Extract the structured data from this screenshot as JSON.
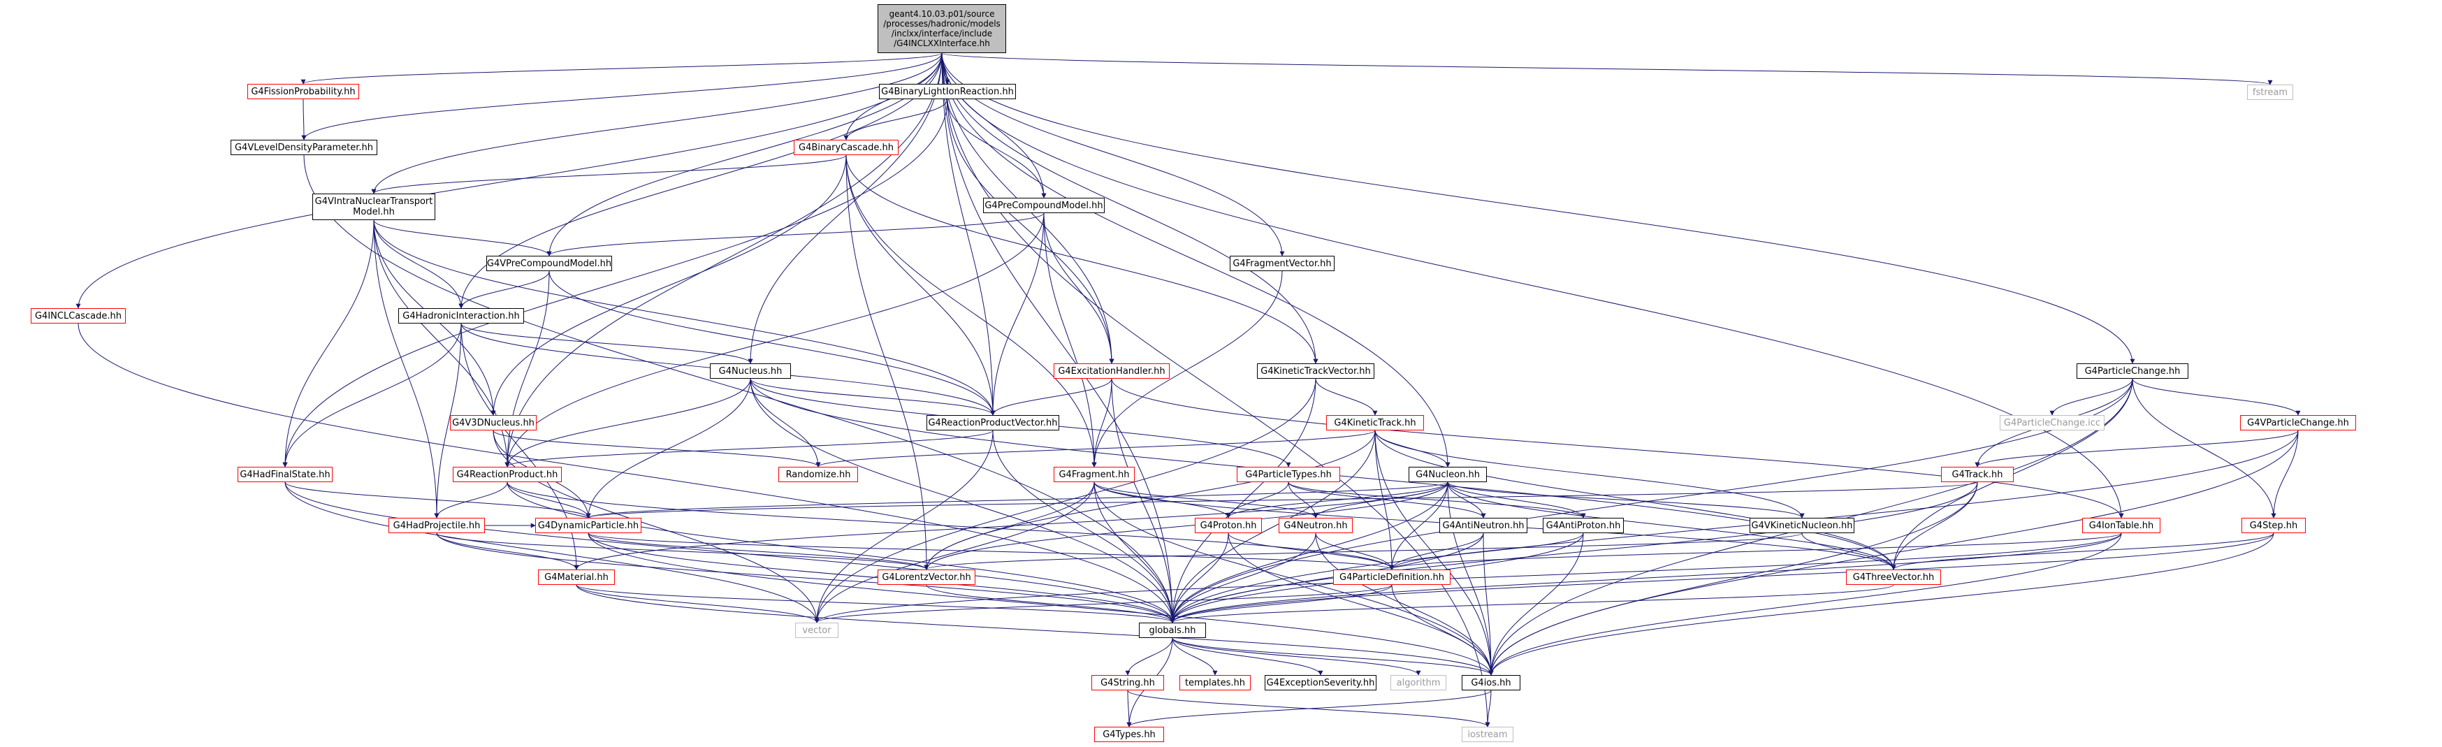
{
  "colors": {
    "edge": "#191970",
    "node_border": "#000000",
    "node_red": "#ff0000",
    "node_gray": "#bfbfbf",
    "root_fill": "#bfbfbf"
  },
  "nodes": {
    "root": "geant4.10.03.p01/source\n/processes/hadronic/models\n/inclxx/interface/include\n/G4INCLXXInterface.hh",
    "g4fissionprobability": "G4FissionProbability.hh",
    "g4binarylightionreaction": "G4BinaryLightIonReaction.hh",
    "fstream": "fstream",
    "g4vleveldensityparameter": "G4VLevelDensityParameter.hh",
    "g4binarycascade": "G4BinaryCascade.hh",
    "g4vintranucleartransportmodel": "G4VIntraNuclearTransport\nModel.hh",
    "g4precompoundmodel": "G4PreCompoundModel.hh",
    "g4vprecompoundmodel": "G4VPreCompoundModel.hh",
    "g4fragmentvector": "G4FragmentVector.hh",
    "g4inclcascade": "G4INCLCascade.hh",
    "g4hadronicinteraction": "G4HadronicInteraction.hh",
    "g4nucleus": "G4Nucleus.hh",
    "g4excitationhandler": "G4ExcitationHandler.hh",
    "g4kinetictrackvector": "G4KineticTrackVector.hh",
    "g4particlechange": "G4ParticleChange.hh",
    "g4v3dnucleus": "G4V3DNucleus.hh",
    "g4reactionproductvector": "G4ReactionProductVector.hh",
    "g4kinetictrack": "G4KineticTrack.hh",
    "g4particlechange_icc": "G4ParticleChange.icc",
    "g4vparticlechange": "G4VParticleChange.hh",
    "g4hadfinalstate": "G4HadFinalState.hh",
    "g4reactionproduct": "G4ReactionProduct.hh",
    "randomize": "Randomize.hh",
    "g4fragment": "G4Fragment.hh",
    "g4particletypes": "G4ParticleTypes.hh",
    "g4nucleon": "G4Nucleon.hh",
    "g4track": "G4Track.hh",
    "g4hadprojectile": "G4HadProjectile.hh",
    "g4dynamicparticle": "G4DynamicParticle.hh",
    "g4proton": "G4Proton.hh",
    "g4neutron": "G4Neutron.hh",
    "g4antineutron": "G4AntiNeutron.hh",
    "g4antiproton": "G4AntiProton.hh",
    "g4vkineticnucleon": "G4VKineticNucleon.hh",
    "g4iontable": "G4IonTable.hh",
    "g4step": "G4Step.hh",
    "g4material": "G4Material.hh",
    "g4lorentzvector": "G4LorentzVector.hh",
    "g4particledefinition": "G4ParticleDefinition.hh",
    "g4threevector": "G4ThreeVector.hh",
    "vector": "vector",
    "globals": "globals.hh",
    "algorithm": "algorithm",
    "g4ios": "G4ios.hh",
    "g4string": "G4String.hh",
    "templates": "templates.hh",
    "g4exceptionseverity": "G4ExceptionSeverity.hh",
    "g4types": "G4Types.hh",
    "iostream": "iostream"
  }
}
